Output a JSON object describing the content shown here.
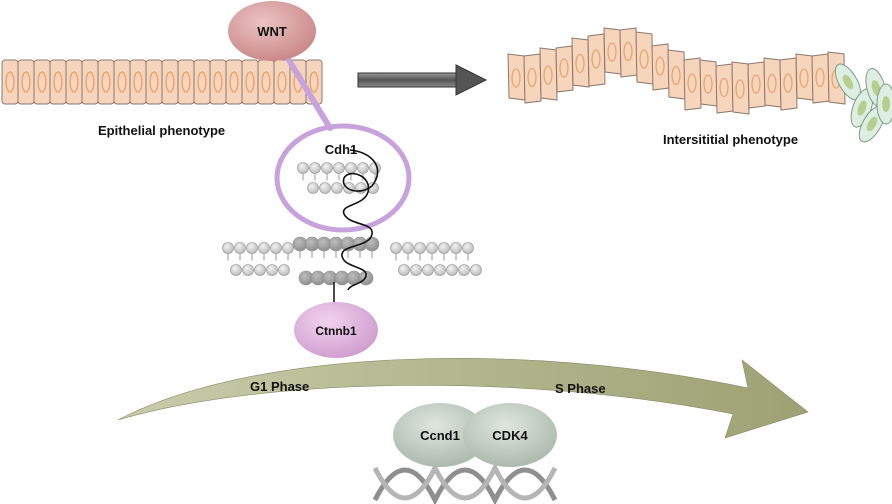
{
  "labels": {
    "wnt": "WNT",
    "epithelial": "Epithelial phenotype",
    "interstitial": "Intersititial phenotype",
    "cdh1": "Cdh1",
    "ctnnb1": "Ctnnb1",
    "g1": "G1 Phase",
    "s": "S Phase",
    "ccnd1": "Ccnd1",
    "cdk4": "CDK4"
  },
  "colors": {
    "wnt_fill": "#d99a9a",
    "ctnnb1_fill": "#e0b3df",
    "connector": "#c8a2dc",
    "cell_fill": "#f7d5bd",
    "cell_stroke": "#8a7a6e",
    "nucleus": "#e9a36a",
    "mesenchymal_fill": "#dcefe2",
    "mesenchymal_nucleus": "#b6cf8e",
    "membrane_bead": "#d2d2d2",
    "arrow_gray": "#666666",
    "phase_arrow": "#b9bf95",
    "complex_fill": "#c6d1c7",
    "dna": "#999999"
  },
  "icons": {
    "transition_arrow": "right-arrow-icon",
    "dna": "dna-helix-icon"
  }
}
